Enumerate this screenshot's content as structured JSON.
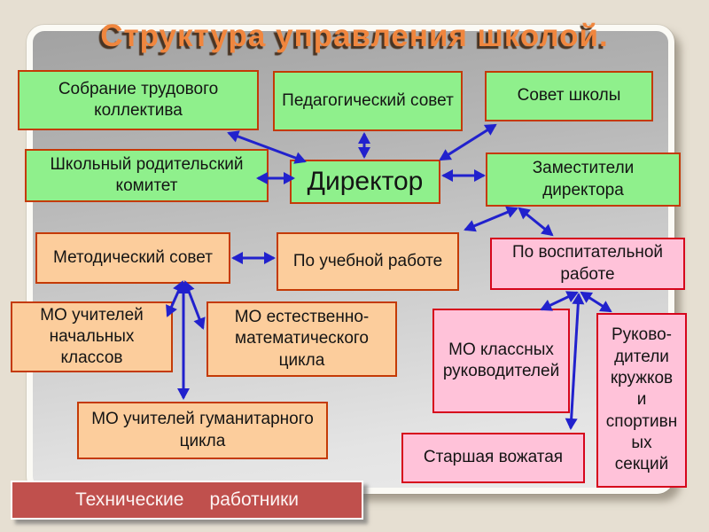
{
  "title": {
    "text": "Структура управления школой."
  },
  "colors": {
    "background_beige": "#e6dfd2",
    "panel_gray_top": "#a2a2a2",
    "panel_gray_bottom": "#eaeaea",
    "green_fill": "#8ff08c",
    "orange_fill": "#fccd9c",
    "pink_fill": "#ffc2d9",
    "brick_red_fill": "#c0504d",
    "box_border_warm": "#c43a06",
    "box_border_red": "#d6051c",
    "arrow_blue": "#2121cd",
    "title_orange": "#f0863e"
  },
  "boxes": [
    {
      "id": "sobranie",
      "label": "Собрание трудового коллектива"
    },
    {
      "id": "pedsovet",
      "label": "Педагогический совет"
    },
    {
      "id": "sovet",
      "label": "Совет школы"
    },
    {
      "id": "roditelsky",
      "label": "Школьный родительский комитет"
    },
    {
      "id": "direktor",
      "label": "Директор"
    },
    {
      "id": "zamestiteli",
      "label": "Заместители директора"
    },
    {
      "id": "metod",
      "label": "Методический совет"
    },
    {
      "id": "ucheb",
      "label": "По учебной работе"
    },
    {
      "id": "vospit",
      "label": "По воспитательной работе"
    },
    {
      "id": "mo-nach",
      "label": "МО учителей начальных классов"
    },
    {
      "id": "mo-estest",
      "label": "МО естественно-математического цикла"
    },
    {
      "id": "mo-klass",
      "label": "МО классных руководителей"
    },
    {
      "id": "rukov",
      "label": "Руково-дители кружков и спортивных секций"
    },
    {
      "id": "mo-guman",
      "label": "МО учителей гуманитарного цикла"
    },
    {
      "id": "starshaya",
      "label": "Старшая вожатая"
    },
    {
      "id": "tehn",
      "label": "Технические     работники"
    }
  ],
  "connections": [
    {
      "from": "Собрание трудового коллектива",
      "to": "Директор",
      "style": "double-arrow"
    },
    {
      "from": "Педагогический совет",
      "to": "Директор",
      "style": "double-arrow"
    },
    {
      "from": "Совет школы",
      "to": "Директор",
      "style": "double-arrow"
    },
    {
      "from": "Школьный родительский комитет",
      "to": "Директор",
      "style": "double-arrow"
    },
    {
      "from": "Директор",
      "to": "Заместители директора",
      "style": "double-arrow"
    },
    {
      "from": "Заместители директора",
      "to": "По учебной работе",
      "style": "double-arrow"
    },
    {
      "from": "Заместители директора",
      "to": "По воспитательной работе",
      "style": "double-arrow"
    },
    {
      "from": "Методический совет",
      "to": "По учебной работе",
      "style": "double-arrow"
    },
    {
      "from": "Методический совет",
      "to": "МО учителей начальных классов",
      "style": "double-arrow"
    },
    {
      "from": "Методический совет",
      "to": "МО естественно-математического цикла",
      "style": "double-arrow"
    },
    {
      "from": "Методический совет",
      "to": "МО учителей гуманитарного цикла",
      "style": "double-arrow"
    },
    {
      "from": "По воспитательной работе",
      "to": "МО классных руководителей",
      "style": "double-arrow"
    },
    {
      "from": "По воспитательной работе",
      "to": "Руководители кружков и спортивных секций",
      "style": "double-arrow"
    },
    {
      "from": "По воспитательной работе",
      "to": "Старшая вожатая",
      "style": "double-arrow"
    }
  ]
}
